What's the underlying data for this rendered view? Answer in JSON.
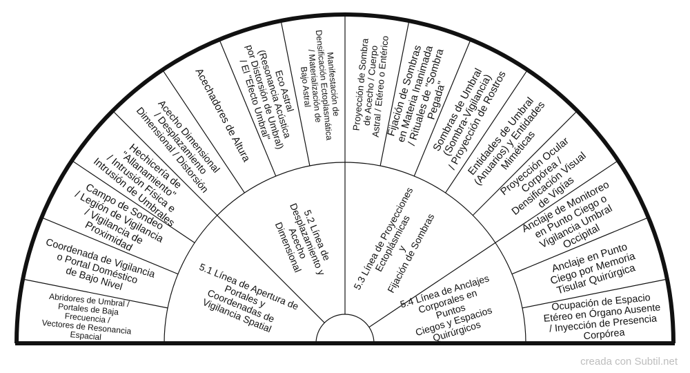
{
  "colors": {
    "stroke": "#111111",
    "background": "#ffffff",
    "credit": "#bdbdbd"
  },
  "credit": "creada con Subtil.net",
  "inner_sections": [
    {
      "id": "5.1",
      "lines": [
        "5.1 Línea de Apertura de",
        "Portales y",
        "Coordenadas de",
        "Vigilancia Spatial"
      ]
    },
    {
      "id": "5.2",
      "lines": [
        "5.2 Línea de",
        "Desplazamiento y",
        "Acecho",
        "Dimensional"
      ]
    },
    {
      "id": "5.3",
      "lines": [
        "5.3 Línea de Proyecciones",
        "Ectoplásmicas",
        "y",
        "Fijación de Sombras"
      ]
    },
    {
      "id": "5.4",
      "lines": [
        "5.4 Línea de Anclajes",
        "Corporales en",
        "Puntos",
        "Ciegos y Espacios",
        "Quirúrgicos"
      ]
    }
  ],
  "outer_sections": [
    {
      "group": "5.1",
      "lines": [
        "Abridores de Umbral /",
        "Portales de Baja",
        "Frecuencia /",
        "Vectores de Resonancia",
        "Espacial"
      ]
    },
    {
      "group": "5.1",
      "lines": [
        "Coordenada de Vigilancia",
        "o Portal Doméstico",
        "de Bajo Nivel"
      ]
    },
    {
      "group": "5.1",
      "lines": [
        "Campo de Sondeo",
        "/ Legión de Vigilancia",
        "/ Vigilancia de",
        "Proximidad"
      ]
    },
    {
      "group": "5.1",
      "lines": [
        "Hechicería de",
        "\"Allanamiento\"",
        "/ Intrusión Física e",
        "Intrusión de Umbrales"
      ]
    },
    {
      "group": "5.2",
      "lines": [
        "Acecho Dimensional",
        "/ Desplazamiento",
        "Dimensional / Distorsión"
      ]
    },
    {
      "group": "5.2",
      "lines": [
        "Acechadores de Altura"
      ]
    },
    {
      "group": "5.2",
      "lines": [
        "Eco Astral",
        "(Resonancia Acústica",
        "por Distorsión de Umbral)",
        "/ El \"Efecto Umbral\""
      ]
    },
    {
      "group": "5.2",
      "lines": [
        "Manifestación de",
        "Densificación Ectoplasmática",
        "/ Materialización de",
        "Bajo Astral"
      ]
    },
    {
      "group": "5.3",
      "lines": [
        "Proyección de Sombra",
        "de Acecho / Cuerpo",
        "Astral / Etéreo o Entérico"
      ]
    },
    {
      "group": "5.3",
      "lines": [
        "Fijación de Sombras",
        "en Materia Inanimada",
        "/ Rituales de \"Sombra",
        "Pegada\""
      ]
    },
    {
      "group": "5.3",
      "lines": [
        "Sombras de Umbral",
        "(Sombra-Vigilancia)",
        "/ Proyección de Rostros"
      ]
    },
    {
      "group": "5.3",
      "lines": [
        "Entidades de Umbral",
        "(Anuarios) y Entidades",
        "Miméticas"
      ]
    },
    {
      "group": "5.3",
      "lines": [
        "Proyección Ocular",
        "Corpórea /",
        "Densificación Visual",
        "de Vigías"
      ]
    },
    {
      "group": "5.4",
      "lines": [
        "Anclaje de Monitoreo",
        "en Punto Ciego o",
        "Vigilancia Umbral",
        "Occipital"
      ]
    },
    {
      "group": "5.4",
      "lines": [
        "Anclaje en Punto",
        "Ciego por Memoria",
        "Tisular Quirúrgica"
      ]
    },
    {
      "group": "5.4",
      "lines": [
        "Ocupación de Espacio",
        "Etéreo en Órgano Ausente",
        "/ Inyección de Presencia",
        "Corpórea"
      ]
    }
  ]
}
